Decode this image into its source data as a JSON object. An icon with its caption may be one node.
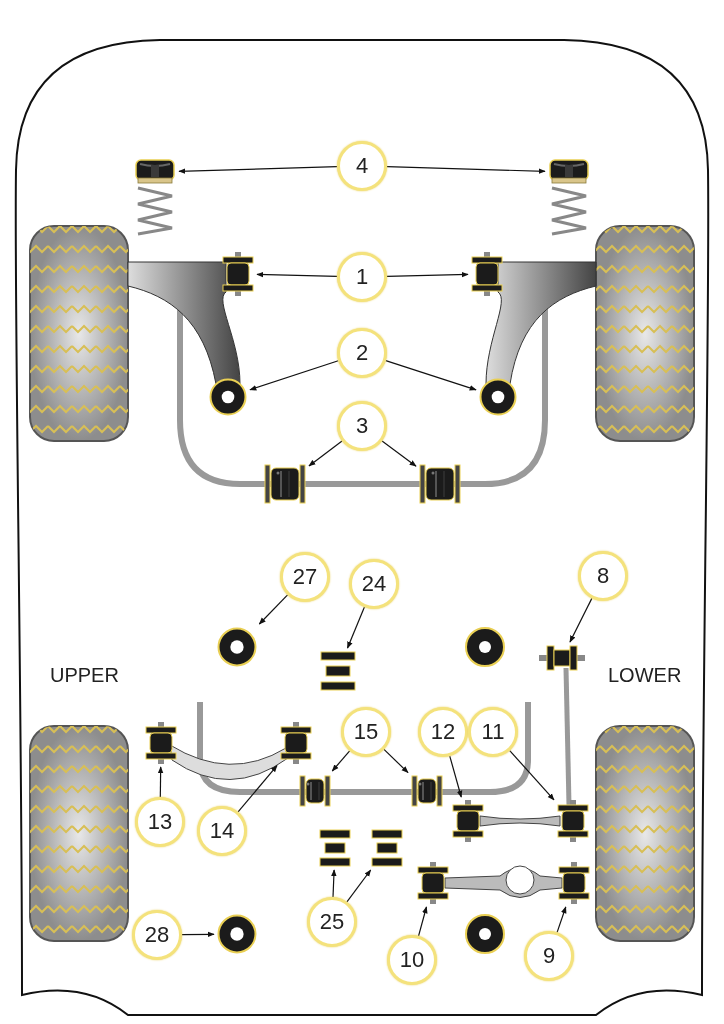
{
  "diagram": {
    "nodes": [
      {
        "text": [
          "4"
        ]
      },
      {
        "text": [],
        "shape": "picture"
      },
      {
        "text": [],
        "shape": "picture"
      },
      {
        "text": [
          "1"
        ]
      },
      {
        "text": [],
        "shape": "picture"
      },
      {
        "text": [],
        "shape": "picture"
      },
      {
        "text": [
          "2"
        ]
      },
      {
        "text": [],
        "shape": "picture"
      },
      {
        "text": [],
        "shape": "picture"
      },
      {
        "text": [
          "3"
        ]
      },
      {
        "text": [],
        "shape": "picture"
      },
      {
        "text": [],
        "shape": "picture"
      },
      {
        "text": [
          "27"
        ]
      },
      {
        "text": [],
        "shape": "picture"
      },
      {
        "text": [
          "24"
        ]
      },
      {
        "text": [],
        "shape": "picture"
      },
      {
        "text": [
          "8"
        ]
      },
      {
        "text": [],
        "shape": "picture"
      },
      {
        "text": [
          "15"
        ]
      },
      {
        "text": [],
        "shape": "picture"
      },
      {
        "text": [],
        "shape": "picture"
      },
      {
        "text": [
          "12"
        ]
      },
      {
        "text": [
          "11"
        ]
      },
      {
        "text": [],
        "shape": "picture"
      },
      {
        "text": [],
        "shape": "picture"
      },
      {
        "text": [
          "13"
        ]
      },
      {
        "text": [],
        "shape": "picture"
      },
      {
        "text": [
          "14"
        ]
      },
      {
        "text": [],
        "shape": "picture"
      },
      {
        "text": [],
        "shape": "picture"
      },
      {
        "text": [],
        "shape": "picture"
      },
      {
        "text": [
          "25"
        ]
      },
      {
        "text": [
          "28"
        ]
      },
      {
        "text": [],
        "shape": "picture"
      },
      {
        "text": [
          "10"
        ]
      },
      {
        "text": [],
        "shape": "picture"
      },
      {
        "text": [
          "9"
        ]
      },
      {
        "text": [],
        "shape": "picture"
      }
    ],
    "edges": [
      {
        "from": 0,
        "to": 1,
        "arrow": "to"
      },
      {
        "from": 0,
        "to": 2,
        "arrow": "to"
      },
      {
        "from": 3,
        "to": 4,
        "arrow": "to"
      },
      {
        "from": 3,
        "to": 5,
        "arrow": "to"
      },
      {
        "from": 6,
        "to": 7,
        "arrow": "to"
      },
      {
        "from": 6,
        "to": 8,
        "arrow": "to"
      },
      {
        "from": 9,
        "to": 10,
        "arrow": "to"
      },
      {
        "from": 9,
        "to": 11,
        "arrow": "to"
      },
      {
        "from": 12,
        "to": 13,
        "arrow": "to"
      },
      {
        "from": 14,
        "to": 15,
        "arrow": "to"
      },
      {
        "from": 16,
        "to": 17,
        "arrow": "to"
      },
      {
        "from": 18,
        "to": 19,
        "arrow": "to"
      },
      {
        "from": 18,
        "to": 20,
        "arrow": "to"
      },
      {
        "from": 21,
        "to": 23,
        "arrow": "to"
      },
      {
        "from": 22,
        "to": 24,
        "arrow": "to"
      },
      {
        "from": 25,
        "to": 26,
        "arrow": "to"
      },
      {
        "from": 27,
        "to": 28,
        "arrow": "to"
      },
      {
        "from": 31,
        "to": 29,
        "arrow": "to"
      },
      {
        "from": 31,
        "to": 30,
        "arrow": "to"
      },
      {
        "from": 32,
        "to": 33,
        "arrow": "to"
      },
      {
        "from": 34,
        "to": 35,
        "arrow": "to"
      },
      {
        "from": 36,
        "to": 37,
        "arrow": "to"
      }
    ],
    "labels": [
      "UPPER",
      "LOWER"
    ]
  }
}
